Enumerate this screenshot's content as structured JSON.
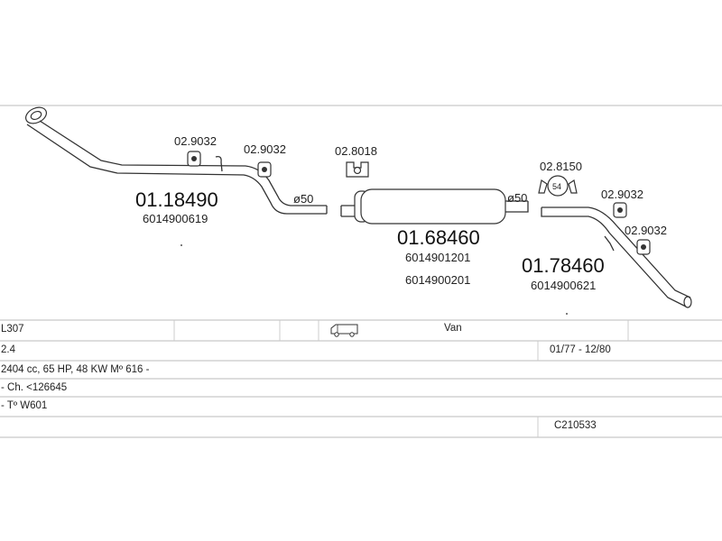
{
  "parts": {
    "front_pipe": {
      "number": "01.18490",
      "oe": "6014900619"
    },
    "middle_muffler": {
      "number": "01.68460",
      "oe1": "6014901201",
      "oe2": "6014900201"
    },
    "rear_pipe": {
      "number": "01.78460",
      "oe": "6014900621"
    }
  },
  "mounts": {
    "m1": "02.9032",
    "m2": "02.9032",
    "clamp1": "02.8018",
    "clamp2": "02.8150",
    "m3": "02.9032",
    "m4": "02.9032"
  },
  "diameters": {
    "d1": "ø50",
    "d2": "ø50"
  },
  "clamp2_inner": "54",
  "vehicle_table": {
    "model": "L307",
    "body_type": "Van",
    "engine": "2.4",
    "years": "01/77 - 12/80",
    "spec": "2404 cc, 65 HP, 48 KW Mº 616 -",
    "chassis": "- Ch. <126645",
    "type": "- Tº W601",
    "code": "C210533"
  },
  "icons": {
    "vehicle": "van-icon"
  }
}
